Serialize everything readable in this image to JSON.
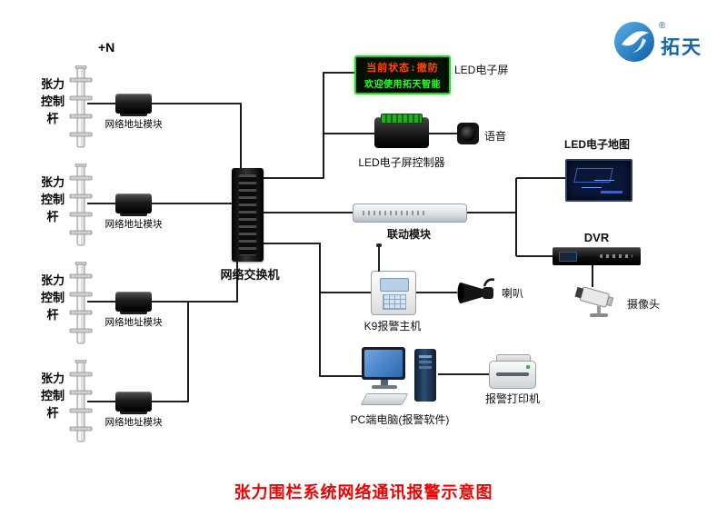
{
  "title": "张力围栏系统网络通讯报警示意图",
  "title_color": "#ff0000",
  "annotation_n": "+N",
  "logo": {
    "brand": "拓天",
    "registered": "®",
    "color": "#1565a8"
  },
  "poles": [
    {
      "pole_label": "张力控制杆",
      "module_label": "网络地址模块"
    },
    {
      "pole_label": "张力控制杆",
      "module_label": "网络地址模块"
    },
    {
      "pole_label": "张力控制杆",
      "module_label": "网络地址模块"
    },
    {
      "pole_label": "张力控制杆",
      "module_label": "网络地址模块"
    }
  ],
  "switch": {
    "label": "网络交换机"
  },
  "led_screen": {
    "label": "LED电子屏",
    "display_line1": "当前状态:撤防",
    "display_line2": "欢迎使用拓天智能",
    "line1_color": "#ff4800",
    "line2_color": "#2cff2c",
    "frame_color": "#2ecc2e"
  },
  "led_controller": {
    "label": "LED电子屏控制器"
  },
  "voice": {
    "label": "语音"
  },
  "linkage_module": {
    "label": "联动模块"
  },
  "led_map": {
    "label": "LED电子地图"
  },
  "dvr": {
    "label": "DVR"
  },
  "camera": {
    "label": "摄像头"
  },
  "k9_host": {
    "label": "K9报警主机"
  },
  "horn": {
    "label": "喇叭"
  },
  "pc": {
    "label": "PC端电脑(报警软件)"
  },
  "printer": {
    "label": "报警打印机"
  }
}
